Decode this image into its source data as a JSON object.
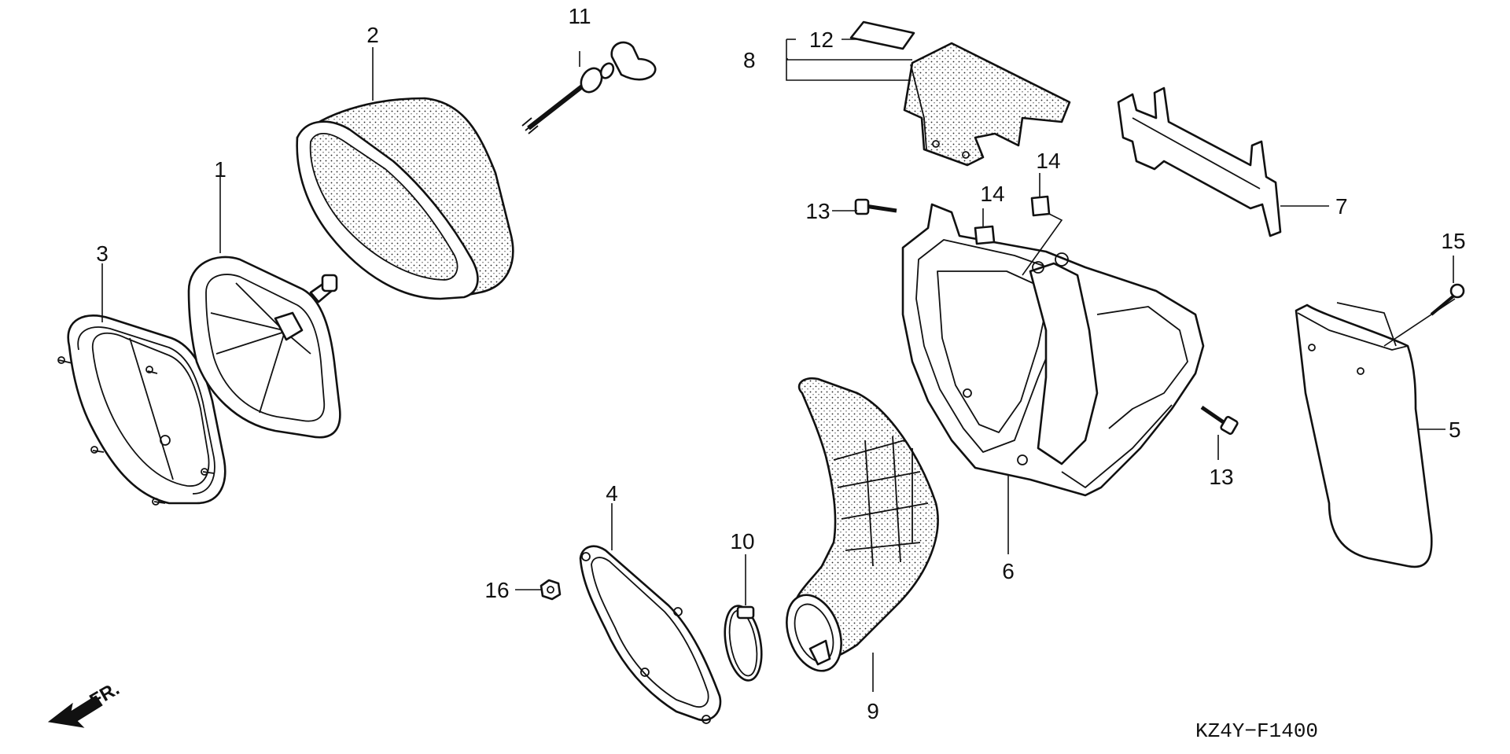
{
  "diagram": {
    "callouts": [
      {
        "id": "1",
        "part": "element-holder"
      },
      {
        "id": "2",
        "part": "air-cleaner-element"
      },
      {
        "id": "3",
        "part": "element-holder-plate"
      },
      {
        "id": "4",
        "part": "gasket"
      },
      {
        "id": "5",
        "part": "rear-cover"
      },
      {
        "id": "6",
        "part": "air-cleaner-case"
      },
      {
        "id": "7",
        "part": "case-stay"
      },
      {
        "id": "8",
        "part": "case-cover-set"
      },
      {
        "id": "9",
        "part": "connecting-tube"
      },
      {
        "id": "10",
        "part": "tube-band"
      },
      {
        "id": "11",
        "part": "wing-bolt"
      },
      {
        "id": "12",
        "part": "label"
      },
      {
        "id": "13",
        "part": "flange-bolt"
      },
      {
        "id": "14",
        "part": "grommet"
      },
      {
        "id": "15",
        "part": "tapping-screw"
      },
      {
        "id": "16",
        "part": "nut"
      }
    ],
    "front_indicator": "FR.",
    "diagram_code": "KZ4Y−F1400"
  }
}
